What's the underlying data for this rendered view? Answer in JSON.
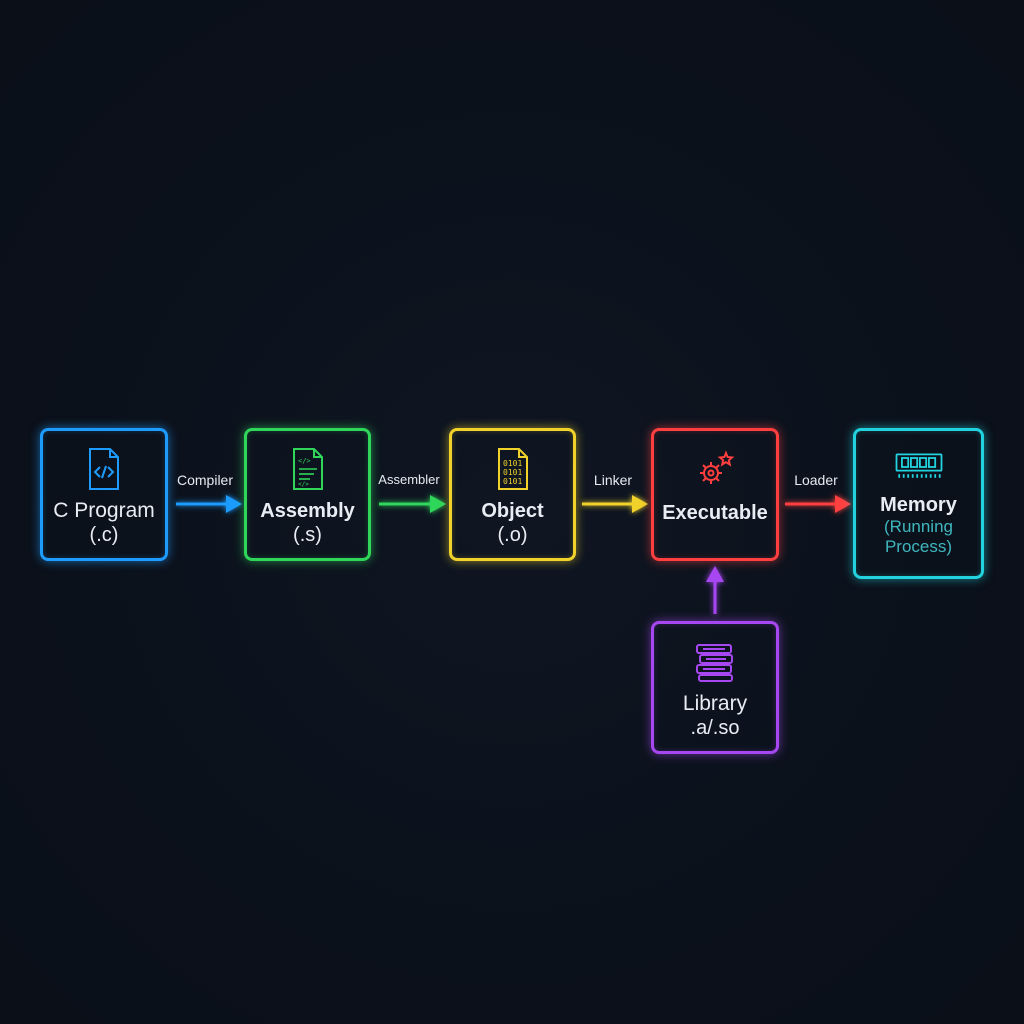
{
  "colors": {
    "background": "#0b111b",
    "c_program": "#1e9bff",
    "assembly": "#2fd65a",
    "object": "#f0d22a",
    "executable": "#ff3f3f",
    "memory": "#22d3df",
    "library": "#a747f2",
    "text": "#e8edf3",
    "memory_sub": "#3fb6be"
  },
  "nodes": {
    "c_program": {
      "title": "C Program",
      "sub": "(.c)",
      "icon": "code-file-icon"
    },
    "assembly": {
      "title": "Assembly",
      "sub": "(.s)",
      "icon": "assembly-file-icon"
    },
    "object": {
      "title": "Object",
      "sub": "(.o)",
      "icon": "binary-file-icon"
    },
    "executable": {
      "title": "Executable",
      "icon": "gears-icon"
    },
    "memory": {
      "title": "Memory",
      "sub_line1": "(Running",
      "sub_line2": "Process)",
      "icon": "ram-chip-icon"
    },
    "library": {
      "title": "Library",
      "sub": ".a/.so",
      "icon": "books-icon"
    }
  },
  "edges": {
    "compiler": "Compiler",
    "assembler": "Assembler",
    "linker": "Linker",
    "loader": "Loader"
  }
}
